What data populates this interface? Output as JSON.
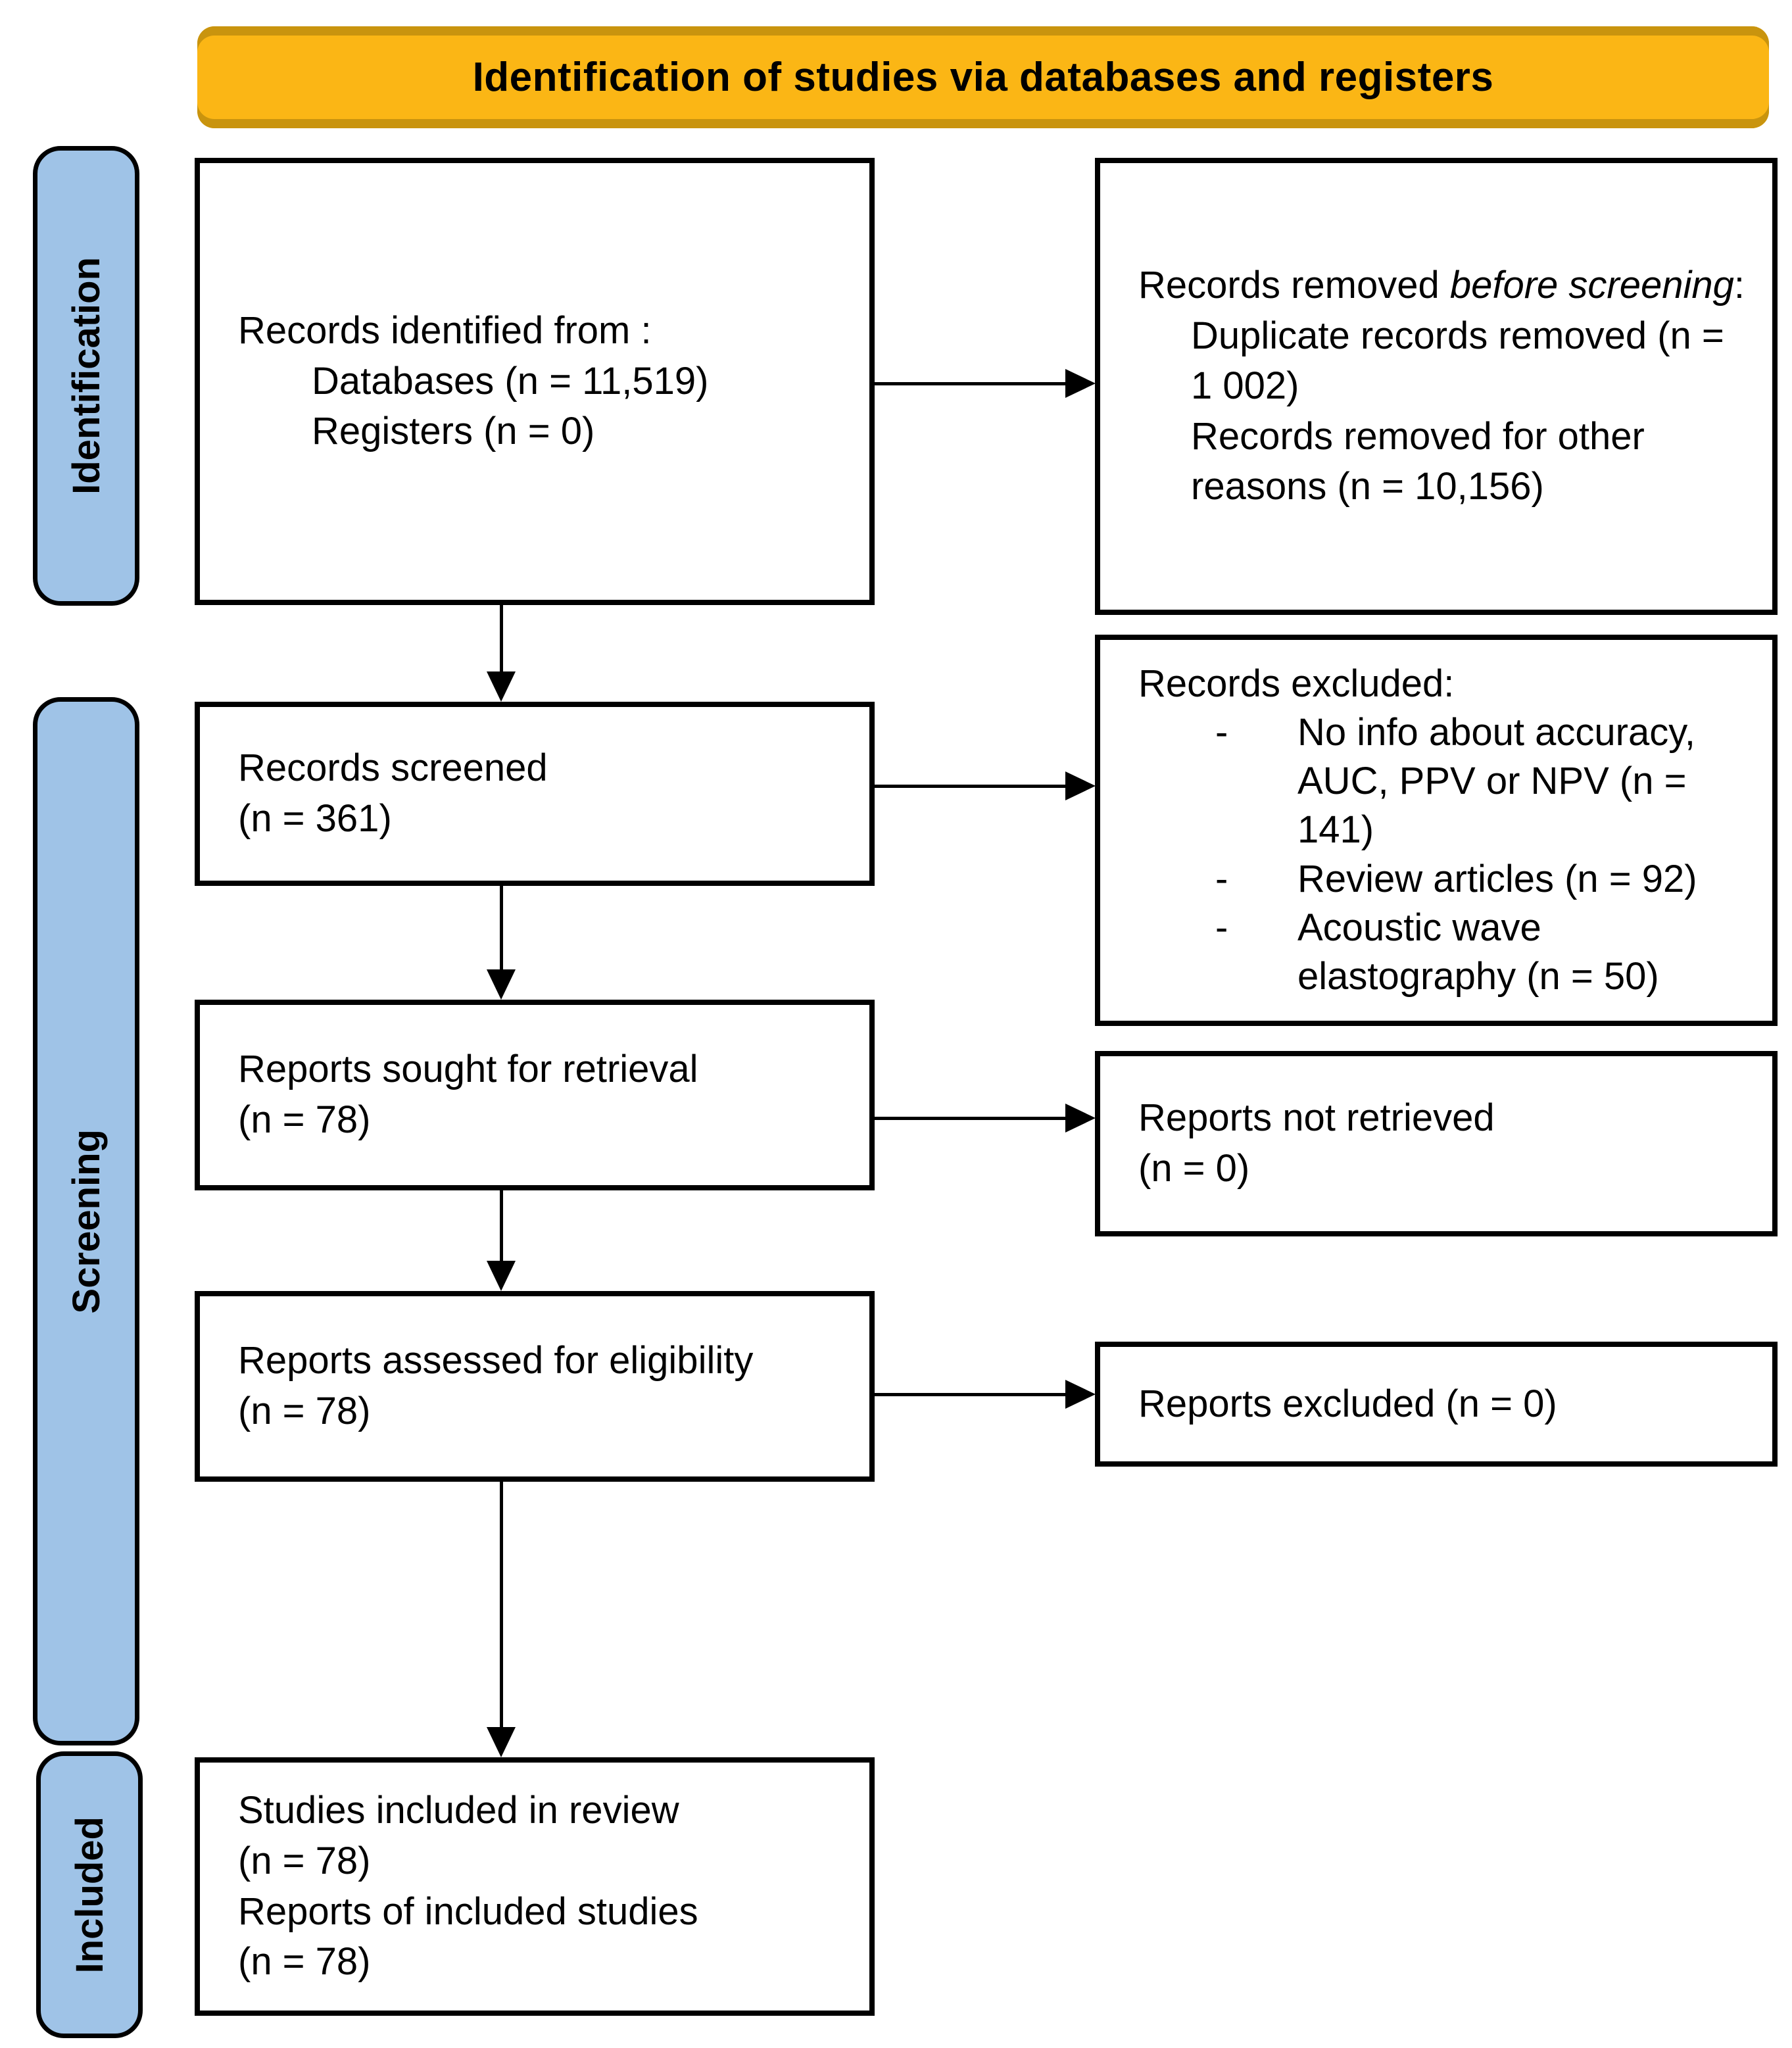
{
  "banner": {
    "title": "Identification of studies via databases and registers"
  },
  "stages": [
    {
      "label": "Identification"
    },
    {
      "label": "Screening"
    },
    {
      "label": "Included"
    }
  ],
  "bullet_dash": "-",
  "boxes": {
    "identified": {
      "intro": "Records identified from :",
      "items": [
        "Databases (n = 11,519)",
        "Registers (n = 0)"
      ]
    },
    "removed": {
      "intro_prefix": "Records removed ",
      "intro_italic": "before screening",
      "intro_suffix": ":",
      "items": [
        "Duplicate records removed (n = 1 002)",
        "Records removed for other reasons (n = 10,156)"
      ]
    },
    "screened": {
      "lines": [
        "Records screened",
        "(n = 361)"
      ]
    },
    "excluded_records": {
      "intro": "Records excluded:",
      "bullets": [
        "No info about accuracy, AUC, PPV or NPV (n = 141)",
        "Review articles (n = 92)",
        "Acoustic wave elastography (n = 50)"
      ]
    },
    "sought": {
      "lines": [
        "Reports sought for retrieval",
        "(n = 78)"
      ]
    },
    "not_retrieved": {
      "lines": [
        "Reports not retrieved",
        "(n = 0)"
      ]
    },
    "assessed": {
      "lines": [
        "Reports assessed for eligibility",
        "(n = 78)"
      ]
    },
    "excluded_reports": {
      "lines": [
        "Reports excluded (n = 0)"
      ]
    },
    "included": {
      "lines": [
        "Studies included in review",
        "(n = 78)",
        "Reports of included studies",
        "(n = 78)"
      ]
    }
  },
  "colors": {
    "banner_bg": "#FBB615",
    "banner_edge": "#C9940E",
    "stage_bg": "#9FC3E7",
    "box_border": "#000000",
    "box_bg": "#FFFFFF"
  }
}
